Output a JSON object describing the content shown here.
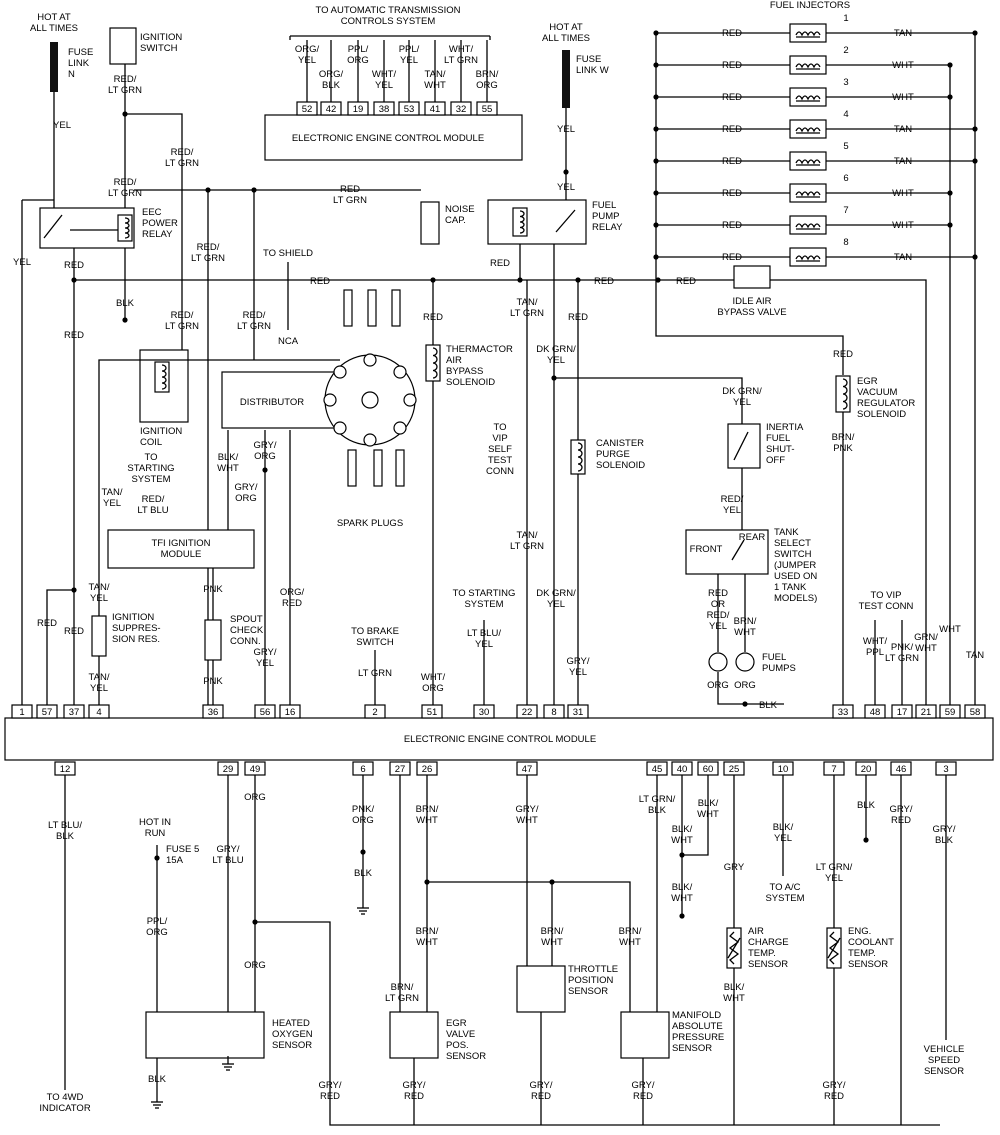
{
  "ecm": {
    "title": "ELECTRONIC ENGINE CONTROL MODULE",
    "top_pins": [
      "1",
      "57",
      "37",
      "4",
      "36",
      "56",
      "16",
      "2",
      "51",
      "30",
      "22",
      "8",
      "31",
      "33",
      "48",
      "17",
      "21",
      "59",
      "58"
    ],
    "bottom_pins": [
      "12",
      "29",
      "49",
      "6",
      "27",
      "26",
      "47",
      "45",
      "40",
      "60",
      "25",
      "10",
      "7",
      "20",
      "46",
      "3"
    ]
  },
  "trans_module": {
    "title": "ELECTRONIC ENGINE CONTROL MODULE",
    "header": "TO AUTOMATIC TRANSMISSION\nCONTROLS SYSTEM",
    "pins": [
      "52",
      "42",
      "19",
      "38",
      "53",
      "41",
      "32",
      "55"
    ],
    "wires": [
      "ORG/\nYEL",
      "ORG/\nBLK",
      "PPL/\nORG",
      "WHT/\nYEL",
      "PPL/\nYEL",
      "TAN/\nWHT",
      "WHT/\nLT GRN",
      "BRN/\nORG"
    ]
  },
  "hot_at_all_times_1": "HOT AT\nALL TIMES",
  "hot_at_all_times_2": "HOT AT\nALL TIMES",
  "fuse_link_n": "FUSE\nLINK\nN",
  "fuse_link_w": "FUSE\nLINK W",
  "ignition_switch": "IGNITION\nSWITCH",
  "eec_power_relay": "EEC\nPOWER\nRELAY",
  "noise_cap": "NOISE\nCAP.",
  "fuel_pump_relay": "FUEL\nPUMP\nRELAY",
  "fuel_injectors": {
    "title": "FUEL INJECTORS",
    "numbers": [
      "1",
      "2",
      "3",
      "4",
      "5",
      "6",
      "7",
      "8"
    ],
    "right_wires": [
      "TAN",
      "WHT",
      "WHT",
      "TAN",
      "TAN",
      "WHT",
      "WHT",
      "TAN"
    ],
    "left_wire": "RED"
  },
  "idle_air_bypass_valve": "IDLE AIR\nBYPASS VALVE",
  "to_shield": "TO SHIELD",
  "nca": "NCA",
  "distributor": "DISTRIBUTOR",
  "spark_plugs": "SPARK PLUGS",
  "ignition_coil": "IGNITION\nCOIL",
  "to_starting_system_1": "TO\nSTARTING\nSYSTEM",
  "tfi_module": "TFI IGNITION\nMODULE",
  "thermactor": "THERMACTOR\nAIR\nBYPASS\nSOLENOID",
  "to_vip_self_test": "TO\nVIP\nSELF\nTEST\nCONN",
  "canister_purge": "CANISTER\nPURGE\nSOLENOID",
  "inertia_switch": "INERTIA\nFUEL\nSHUT-\nOFF",
  "tank_select": "TANK\nSELECT\nSWITCH\n(JUMPER\nUSED ON\n1 TANK\nMODELS)",
  "front_label": "FRONT",
  "rear_label": "REAR",
  "fuel_pumps": "FUEL\nPUMPS",
  "egr_vacuum": "EGR\nVACUUM\nREGULATOR\nSOLENOID",
  "to_vip_test_conn": "TO VIP\nTEST CONN",
  "ignition_suppression": "IGNITION\nSUPPRES-\nSION RES.",
  "spout_check": "SPOUT\nCHECK\nCONN.",
  "to_brake_switch": "TO BRAKE\nSWITCH",
  "to_starting_system_2": "TO STARTING\nSYSTEM",
  "hot_in_run": "HOT IN\nRUN",
  "fuse_5": "FUSE 5\n15A",
  "heated_oxygen": "HEATED\nOXYGEN\nSENSOR",
  "to_4wd": "TO 4WD\nINDICATOR",
  "egr_valve_pos": "EGR\nVALVE\nPOS.\nSENSOR",
  "throttle_position": "THROTTLE\nPOSITION\nSENSOR",
  "map_sensor": "MANIFOLD\nABSOLUTE\nPRESSURE\nSENSOR",
  "air_charge": "AIR\nCHARGE\nTEMP.\nSENSOR",
  "to_ac_system": "TO A/C\nSYSTEM",
  "coolant_sensor": "ENG.\nCOOLANT\nTEMP.\nSENSOR",
  "vehicle_speed": "VEHICLE\nSPEED\nSENSOR",
  "wire_labels": {
    "yel": "YEL",
    "red": "RED",
    "blk": "BLK",
    "tan": "TAN",
    "wht": "WHT",
    "red_ltgrn": "RED/\nLT GRN",
    "red_ltgrn_1": "RED/\nLT GRN",
    "red_ltgrn_inline": "RED\nLT GRN",
    "ltgrn": "LT GRN",
    "tan_ltgrn": "TAN/\nLT GRN",
    "dkgrn_yel": "DK GRN/\nYEL",
    "blk_wht": "BLK/\nWHT",
    "gry_org": "GRY/\nORG",
    "tan_yel": "TAN/\nYEL",
    "red_ltblu": "RED/\nLT BLU",
    "pnk": "PNK",
    "gry_yel": "GRY/\nYEL",
    "org_red": "ORG/\nRED",
    "wht_org": "WHT/\nORG",
    "ltblu_yel": "LT BLU/\nYEL",
    "red_yel": "RED/\nYEL",
    "red_or_red_yel": "RED\nOR\nRED/\nYEL",
    "brn_wht": "BRN/\nWHT",
    "org": "ORG",
    "blk_gnd": "BLK",
    "brn_pnk": "BRN/\nPNK",
    "wht_ppl": "WHT/\nPPL",
    "pnk_ltgrn": "PNK/\nLT GRN",
    "grn_wht": "GRN/\nWHT",
    "ltblu_blk": "LT BLU/\nBLK",
    "gry_ltblu": "GRY/\nLT BLU",
    "ppl_org": "PPL/\nORG",
    "pnk_org": "PNK/\nORG",
    "gry_wht": "GRY/\nWHT",
    "ltgrn_blk": "LT GRN/\nBLK",
    "blk_yel": "BLK/\nYEL",
    "gry": "GRY",
    "ltgrn_yel": "LT GRN/\nYEL",
    "gry_red": "GRY/\nRED",
    "gry_blk": "GRY/\nBLK",
    "brn_ltgrn": "BRN/\nLT GRN"
  }
}
